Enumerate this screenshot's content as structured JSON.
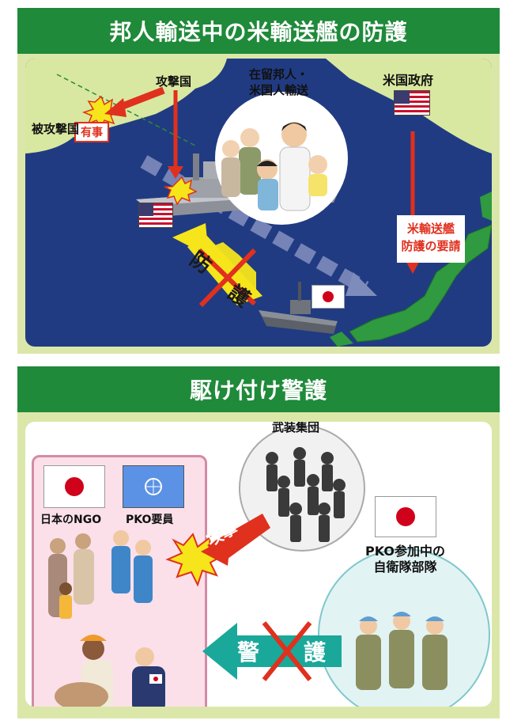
{
  "panel1": {
    "title": "邦人輸送中の米輸送艦の防護",
    "label_yuji": "有事",
    "label_attacker": "攻撃国",
    "label_attacked": "被攻撃国",
    "label_transport_1": "在留邦人・",
    "label_transport_2": "米国人輸送",
    "label_us_gov": "米国政府",
    "label_request_1": "米輸送艦",
    "label_request_2": "防護の要請",
    "label_protect_1": "防",
    "label_protect_2": "護"
  },
  "panel2": {
    "title": "駆け付け警護",
    "label_armed": "武装集団",
    "label_ngo": "日本のNGO",
    "label_pko": "PKO要員",
    "label_attack": "攻撃",
    "label_sdf_1": "PKO参加中の",
    "label_sdf_2": "自衛隊部隊",
    "label_guard_1": "警",
    "label_guard_2": "護"
  },
  "colors": {
    "title_green": "#1f8a3a",
    "panel_bg": "#dbe7a9",
    "sea": "#213b82",
    "land": "#2f9a3f",
    "alert_red": "#e0301e",
    "arrow_yellow": "#f5e51a",
    "arrow_teal": "#1aa89a"
  }
}
